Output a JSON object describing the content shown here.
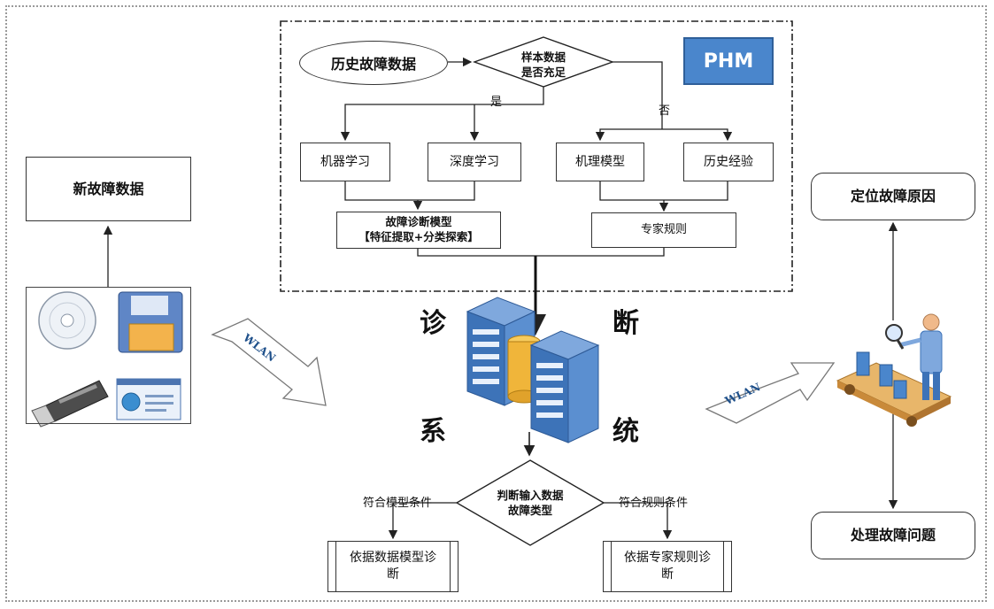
{
  "phm_label": "PHM",
  "history_data": "历史故障数据",
  "decision_sample": [
    "样本数据",
    "是否充足"
  ],
  "yes_label": "是",
  "no_label": "否",
  "methods": {
    "ml": "机器学习",
    "dl": "深度学习",
    "mechanism": "机理模型",
    "experience": "历史经验"
  },
  "diag_model": [
    "故障诊断模型",
    "【特征提取+分类探索】"
  ],
  "expert_rules": "专家规则",
  "system_chars": [
    "诊",
    "断",
    "系",
    "统"
  ],
  "new_fault": "新故障数据",
  "wlan_left": "WLAN",
  "wlan_right": "WLAN",
  "decision_input": [
    "判断输入数据",
    "故障类型"
  ],
  "model_condition": "符合模型条件",
  "rule_condition": "符合规则条件",
  "model_diag": [
    "依据数据模型诊",
    "断"
  ],
  "expert_diag": [
    "依据专家规则诊",
    "断"
  ],
  "locate_cause": "定位故障原因",
  "handle_issue": "处理故障问题",
  "colors": {
    "phm": "#4a86cc",
    "server": "#3d73b8",
    "db": "#f0b53a",
    "wlan_text": "#1d4f8a"
  }
}
